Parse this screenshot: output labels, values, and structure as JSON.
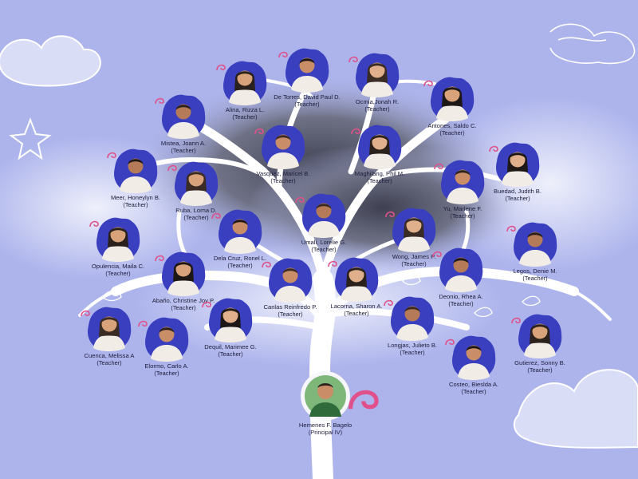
{
  "colors": {
    "sky": "#adb4ec",
    "cloud": "#ffffff",
    "storm": "#4e5163",
    "blob": "#3a3fc0",
    "accent": "#e0508a",
    "tree": "#ffffff"
  },
  "decorations": {
    "swirl_icon": "pink-swirl-icon",
    "star_icon": "hand-drawn-star-icon"
  },
  "principal": {
    "name": "Hemenes F. Bagelo",
    "role": "(Principal IV)"
  },
  "members": [
    {
      "name": "Alina, Rizza L.",
      "role": "(Teacher)"
    },
    {
      "name": "De Torres, David Paul D.",
      "role": "(Teacher)"
    },
    {
      "name": "Ocmia,Jonah R.",
      "role": "(Teacher)"
    },
    {
      "name": "Mistea, Joann A.",
      "role": "(Teacher)"
    },
    {
      "name": "Antones, Saldo C.",
      "role": "(Teacher)"
    },
    {
      "name": "Vasquez, Maricel B.",
      "role": "(Teacher)"
    },
    {
      "name": "Maghilang, Phil M.",
      "role": "(Teacher)"
    },
    {
      "name": "Meer, Honeylyn B.",
      "role": "(Teacher)"
    },
    {
      "name": "Ruba, Lorna D.",
      "role": "(Teacher)"
    },
    {
      "name": "Yu, Marlene F.",
      "role": "(Teacher)"
    },
    {
      "name": "Buedad, Judith B.",
      "role": "(Teacher)"
    },
    {
      "name": "Umali, Lorelie G.",
      "role": "(Teacher)"
    },
    {
      "name": "Opulencia, Maila C.",
      "role": "(Teacher)"
    },
    {
      "name": "Dela Cruz, Ronel L.",
      "role": "(Teacher)"
    },
    {
      "name": "Wong, James P.",
      "role": "(Teacher)"
    },
    {
      "name": "Legos, Denie M.",
      "role": "(Teacher)"
    },
    {
      "name": "Abaño, Christine Joy P.",
      "role": "(Teacher)"
    },
    {
      "name": "Canlas Reinfredo P.",
      "role": "(Teacher)"
    },
    {
      "name": "Lacorna, Sharon A.",
      "role": "(Teacher)"
    },
    {
      "name": "Deonio, Rhea A.",
      "role": "(Teacher)"
    },
    {
      "name": "Cuenca, Melissa A",
      "role": "(Teacher)"
    },
    {
      "name": "Elormo, Carlo A.",
      "role": "(Teacher)"
    },
    {
      "name": "Dequil, Marimee G.",
      "role": "(Teacher)"
    },
    {
      "name": "Longjas, Julieto B.",
      "role": "(Teacher)"
    },
    {
      "name": "Gutierez, Sonny B.",
      "role": "(Teacher)"
    },
    {
      "name": "Costeo, Bieslda A.",
      "role": "(Teacher)"
    }
  ]
}
